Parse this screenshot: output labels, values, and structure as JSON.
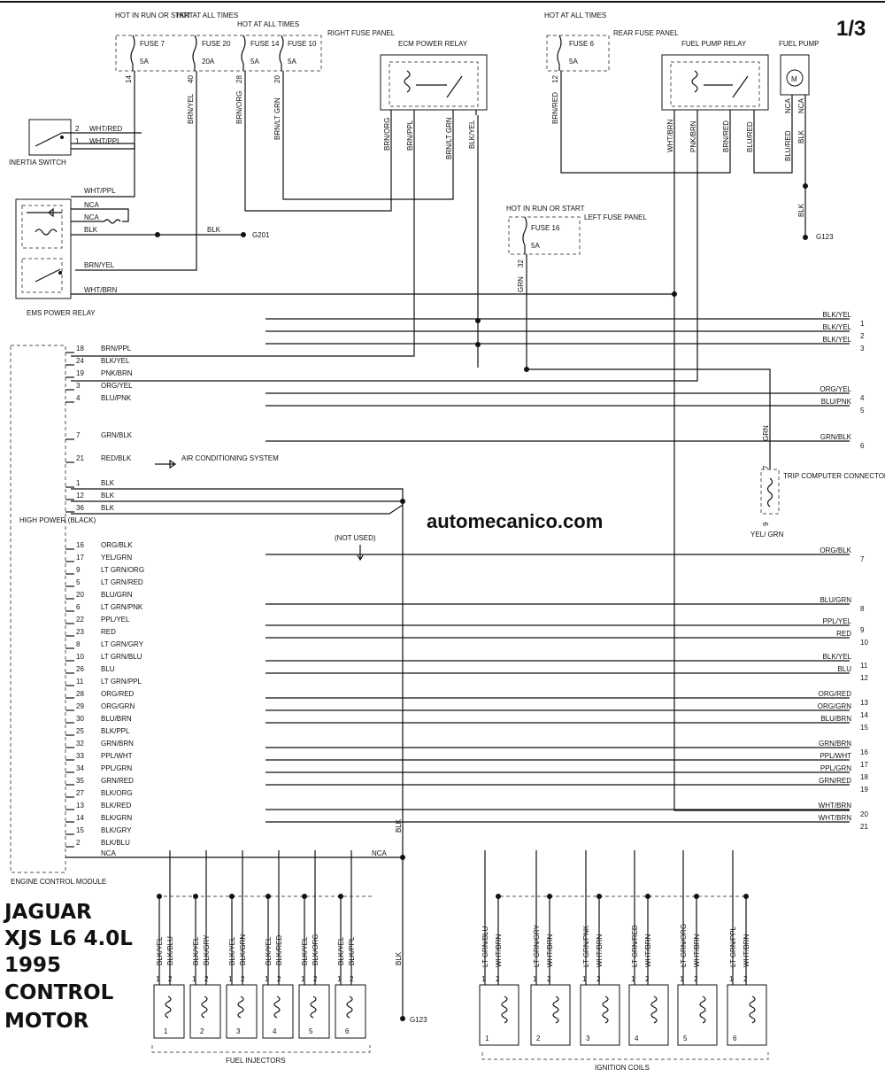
{
  "page": {
    "page_number": "1/3",
    "watermark": "automecanico.com",
    "vehicle_title": [
      "JAGUAR",
      "XJS L6 4.0L",
      "1995",
      "CONTROL",
      "MOTOR"
    ]
  },
  "top_fuses": {
    "hot_run_start": "HOT IN RUN OR START",
    "hot_all_times_a": "HOT AT ALL TIMES",
    "hot_all_times_b": "HOT AT ALL TIMES",
    "right_panel": "RIGHT FUSE PANEL",
    "fuse7": "FUSE 7",
    "fuse7_amp": "5A",
    "fuse7_pin": "14",
    "fuse20": "FUSE 20",
    "fuse20_amp": "20A",
    "fuse20_pin": "40",
    "fuse14": "FUSE 14",
    "fuse14_amp": "5A",
    "fuse14_pin": "28",
    "fuse10": "FUSE 10",
    "fuse10_amp": "5A",
    "fuse10_pin": "20",
    "rear_hot": "HOT AT ALL TIMES",
    "fuse6": "FUSE 6",
    "fuse6_amp": "5A",
    "fuse6_pin": "12",
    "rear_panel": "REAR FUSE PANEL",
    "left_hot": "HOT IN RUN OR START",
    "fuse16": "FUSE 16",
    "fuse16_amp": "5A",
    "fuse16_pin": "32",
    "left_panel": "LEFT FUSE PANEL"
  },
  "relays": {
    "ecm": "ECM POWER RELAY",
    "fuel_pump": "FUEL PUMP RELAY",
    "fuel_pump_motor": "FUEL PUMP",
    "ems": "EMS POWER RELAY",
    "inertia": "INERTIA SWITCH",
    "trip": "TRIP COMPUTER CONNECTOR",
    "motor_symbol": "M"
  },
  "upper_wires": {
    "w_brnyel_v": "BRN/YEL",
    "w_brnorg_v": "BRN/ORG",
    "w_brnltgrn_v": "BRN/LT GRN",
    "ecm_brnorg": "BRN/ORG",
    "ecm_brnppl": "BRN/PPL",
    "ecm_brnltgrn": "BRN/LT GRN",
    "ecm_blkyel": "BLK/YEL",
    "rear_brnred": "BRN/RED",
    "fp_whtbrn": "WHT/BRN",
    "fp_pnkbrn": "PNK/BRN",
    "fp_brnred": "BRN/RED",
    "fp_blured": "BLU/RED",
    "pump_nca1": "NCA",
    "pump_nca2": "NCA",
    "pump_blured": "BLU/RED",
    "pump_blk": "BLK",
    "pump_blk2": "BLK",
    "g123_top": "G123",
    "g201": "G201",
    "inertia_2": "2",
    "inertia_whtred": "WHT/RED",
    "inertia_1": "1",
    "inertia_whtppl": "WHT/PPL",
    "ems_whtppl": "WHT/PPL",
    "ems_nca1": "NCA",
    "ems_nca2": "NCA",
    "ems_blk": "BLK",
    "ems_blk_right": "BLK",
    "ems_brnyel": "BRN/YEL",
    "ems_whtbrn": "WHT/BRN",
    "grn_32": "GRN",
    "trip_grn": "GRN",
    "trip_pin7": "7",
    "trip_pin9": "9",
    "trip_yelgrn": "YEL/ GRN"
  },
  "ecm": {
    "name": "HIGH POWER (BLACK)",
    "module": "ENGINE CONTROL MODULE",
    "ac_label": "AIR CONDITIONING SYSTEM",
    "not_used": "(NOT USED)",
    "pins": [
      {
        "pin": "18",
        "color": "BRN/PPL"
      },
      {
        "pin": "24",
        "color": "BLK/YEL"
      },
      {
        "pin": "19",
        "color": "PNK/BRN"
      },
      {
        "pin": "3",
        "color": "ORG/YEL"
      },
      {
        "pin": "4",
        "color": "BLU/PNK"
      },
      {
        "pin": "7",
        "color": "GRN/BLK"
      },
      {
        "pin": "21",
        "color": "RED/BLK"
      },
      {
        "pin": "1",
        "color": "BLK"
      },
      {
        "pin": "12",
        "color": "BLK"
      },
      {
        "pin": "36",
        "color": "BLK"
      },
      {
        "pin": "16",
        "color": "ORG/BLK"
      },
      {
        "pin": "17",
        "color": "YEL/GRN"
      },
      {
        "pin": "9",
        "color": "LT GRN/ORG"
      },
      {
        "pin": "5",
        "color": "LT GRN/RED"
      },
      {
        "pin": "20",
        "color": "BLU/GRN"
      },
      {
        "pin": "6",
        "color": "LT GRN/PNK"
      },
      {
        "pin": "22",
        "color": "PPL/YEL"
      },
      {
        "pin": "23",
        "color": "RED"
      },
      {
        "pin": "8",
        "color": "LT GRN/GRY"
      },
      {
        "pin": "10",
        "color": "LT GRN/BLU"
      },
      {
        "pin": "26",
        "color": "BLU"
      },
      {
        "pin": "11",
        "color": "LT GRN/PPL"
      },
      {
        "pin": "28",
        "color": "ORG/RED"
      },
      {
        "pin": "29",
        "color": "ORG/GRN"
      },
      {
        "pin": "30",
        "color": "BLU/BRN"
      },
      {
        "pin": "25",
        "color": "BLK/PPL"
      },
      {
        "pin": "32",
        "color": "GRN/BRN"
      },
      {
        "pin": "33",
        "color": "PPL/WHT"
      },
      {
        "pin": "34",
        "color": "PPL/GRN"
      },
      {
        "pin": "35",
        "color": "GRN/RED"
      },
      {
        "pin": "27",
        "color": "BLK/ORG"
      },
      {
        "pin": "13",
        "color": "BLK/RED"
      },
      {
        "pin": "14",
        "color": "BLK/GRN"
      },
      {
        "pin": "15",
        "color": "BLK/GRY"
      },
      {
        "pin": "2",
        "color": "BLK/BLU"
      }
    ],
    "nca": "NCA",
    "nca_right": "NCA",
    "blk_vertical": "BLK",
    "blk_vertical2": "BLK",
    "g123_bottom": "G123"
  },
  "continuations": [
    {
      "n": "1",
      "label": "BLK/YEL"
    },
    {
      "n": "2",
      "label": "BLK/YEL"
    },
    {
      "n": "3",
      "label": "BLK/YEL"
    },
    {
      "n": "4",
      "label": "ORG/YEL"
    },
    {
      "n": "5",
      "label": "BLU/PNK"
    },
    {
      "n": "6",
      "label": "GRN/BLK"
    },
    {
      "n": "7",
      "label": "ORG/BLK"
    },
    {
      "n": "8",
      "label": "BLU/GRN"
    },
    {
      "n": "9",
      "label": "PPL/YEL"
    },
    {
      "n": "10",
      "label": "RED"
    },
    {
      "n": "11",
      "label": "BLK/YEL"
    },
    {
      "n": "12",
      "label": "BLU"
    },
    {
      "n": "13",
      "label": "ORG/RED"
    },
    {
      "n": "14",
      "label": "ORG/GRN"
    },
    {
      "n": "15",
      "label": "BLU/BRN"
    },
    {
      "n": "16",
      "label": "GRN/BRN"
    },
    {
      "n": "17",
      "label": "PPL/WHT"
    },
    {
      "n": "18",
      "label": "PPL/GRN"
    },
    {
      "n": "19",
      "label": "GRN/RED"
    },
    {
      "n": "20",
      "label": "WHT/BRN"
    },
    {
      "n": "21",
      "label": "WHT/BRN"
    }
  ],
  "injectors": {
    "group": "FUEL INJECTORS",
    "items": [
      {
        "n": "1",
        "w1": "BLK/YEL",
        "w2": "BLK/BLU",
        "p1": "1",
        "p2": "2"
      },
      {
        "n": "2",
        "w1": "BLK/YEL",
        "w2": "BLK/GRY",
        "p1": "1",
        "p2": "2"
      },
      {
        "n": "3",
        "w1": "BLK/YEL",
        "w2": "BLK/GRN",
        "p1": "1",
        "p2": "2"
      },
      {
        "n": "4",
        "w1": "BLK/YEL",
        "w2": "BLK/RED",
        "p1": "1",
        "p2": "2"
      },
      {
        "n": "5",
        "w1": "BLK/YEL",
        "w2": "BLK/ORG",
        "p1": "1",
        "p2": "2"
      },
      {
        "n": "6",
        "w1": "BLK/YEL",
        "w2": "BLK/PPL",
        "p1": "1",
        "p2": "2"
      }
    ]
  },
  "coils": {
    "group": "IGNITION COILS",
    "items": [
      {
        "n": "1",
        "w1": "LT GRN/BLU",
        "w2": "WHT/BRN",
        "p1": "1",
        "p2": "2"
      },
      {
        "n": "2",
        "w1": "LT GRN/GRY",
        "w2": "WHT/BRN",
        "p1": "1",
        "p2": "2"
      },
      {
        "n": "3",
        "w1": "LT GRN/PNK",
        "w2": "WHT/BRN",
        "p1": "1",
        "p2": "2"
      },
      {
        "n": "4",
        "w1": "LT GRN/RED",
        "w2": "WHT/BRN",
        "p1": "1",
        "p2": "2"
      },
      {
        "n": "5",
        "w1": "LT GRN/ORG",
        "w2": "WHT/BRN",
        "p1": "1",
        "p2": "2"
      },
      {
        "n": "6",
        "w1": "LT GRN/PPL",
        "w2": "WHT/BRN",
        "p1": "1",
        "p2": "2"
      }
    ]
  }
}
